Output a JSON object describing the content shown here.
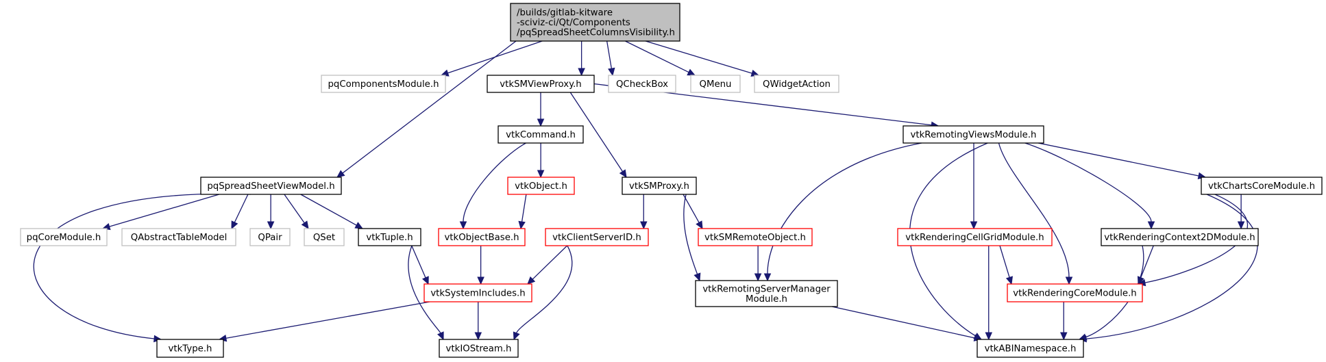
{
  "colors": {
    "edge": "#191970",
    "root_fill": "#bfbfbf",
    "root_border": "#000000",
    "normal_border": "#000000",
    "missing_border": "#bfbfbf",
    "missing_text": "#7f7f7f",
    "truncated_border": "#ff0000",
    "node_fill": "#ffffff"
  },
  "nodes": [
    {
      "id": "root",
      "lines": [
        "/builds/gitlab-kitware",
        "-sciviz-ci/Qt/Components",
        "/pqSpreadSheetColumnsVisibility.h"
      ],
      "style": "root"
    },
    {
      "id": "pqComponentsModule",
      "lines": [
        "pqComponentsModule.h"
      ],
      "style": "missing"
    },
    {
      "id": "vtkSMViewProxy",
      "lines": [
        "vtkSMViewProxy.h"
      ],
      "style": "normal"
    },
    {
      "id": "QCheckBox",
      "lines": [
        "QCheckBox"
      ],
      "style": "missing"
    },
    {
      "id": "QMenu",
      "lines": [
        "QMenu"
      ],
      "style": "missing"
    },
    {
      "id": "QWidgetAction",
      "lines": [
        "QWidgetAction"
      ],
      "style": "missing"
    },
    {
      "id": "vtkCommand",
      "lines": [
        "vtkCommand.h"
      ],
      "style": "normal"
    },
    {
      "id": "vtkRemotingViewsModule",
      "lines": [
        "vtkRemotingViewsModule.h"
      ],
      "style": "normal"
    },
    {
      "id": "pqSpreadSheetViewModel",
      "lines": [
        "pqSpreadSheetViewModel.h"
      ],
      "style": "normal"
    },
    {
      "id": "vtkObject",
      "lines": [
        "vtkObject.h"
      ],
      "style": "truncated"
    },
    {
      "id": "vtkSMProxy",
      "lines": [
        "vtkSMProxy.h"
      ],
      "style": "normal"
    },
    {
      "id": "vtkChartsCoreModule",
      "lines": [
        "vtkChartsCoreModule.h"
      ],
      "style": "normal"
    },
    {
      "id": "pqCoreModule",
      "lines": [
        "pqCoreModule.h"
      ],
      "style": "missing"
    },
    {
      "id": "QAbstractTableModel",
      "lines": [
        "QAbstractTableModel"
      ],
      "style": "missing"
    },
    {
      "id": "QPair",
      "lines": [
        "QPair"
      ],
      "style": "missing"
    },
    {
      "id": "QSet",
      "lines": [
        "QSet"
      ],
      "style": "missing"
    },
    {
      "id": "vtkTuple",
      "lines": [
        "vtkTuple.h"
      ],
      "style": "normal"
    },
    {
      "id": "vtkObjectBase",
      "lines": [
        "vtkObjectBase.h"
      ],
      "style": "truncated"
    },
    {
      "id": "vtkClientServerID",
      "lines": [
        "vtkClientServerID.h"
      ],
      "style": "truncated"
    },
    {
      "id": "vtkSMRemoteObject",
      "lines": [
        "vtkSMRemoteObject.h"
      ],
      "style": "truncated"
    },
    {
      "id": "vtkRenderingCellGridModule",
      "lines": [
        "vtkRenderingCellGridModule.h"
      ],
      "style": "truncated"
    },
    {
      "id": "vtkRenderingContext2DModule",
      "lines": [
        "vtkRenderingContext2DModule.h"
      ],
      "style": "normal"
    },
    {
      "id": "vtkSystemIncludes",
      "lines": [
        "vtkSystemIncludes.h"
      ],
      "style": "truncated"
    },
    {
      "id": "vtkRemotingServerManagerModule",
      "lines": [
        "vtkRemotingServerManager",
        "Module.h"
      ],
      "style": "normal"
    },
    {
      "id": "vtkRenderingCoreModule",
      "lines": [
        "vtkRenderingCoreModule.h"
      ],
      "style": "truncated"
    },
    {
      "id": "vtkType",
      "lines": [
        "vtkType.h"
      ],
      "style": "normal"
    },
    {
      "id": "vtkIOStream",
      "lines": [
        "vtkIOStream.h"
      ],
      "style": "normal"
    },
    {
      "id": "vtkABINamespace",
      "lines": [
        "vtkABINamespace.h"
      ],
      "style": "normal"
    }
  ],
  "edges": [
    [
      "root",
      "pqComponentsModule"
    ],
    [
      "root",
      "vtkSMViewProxy"
    ],
    [
      "root",
      "QCheckBox"
    ],
    [
      "root",
      "QMenu"
    ],
    [
      "root",
      "QWidgetAction"
    ],
    [
      "root",
      "pqSpreadSheetViewModel"
    ],
    [
      "vtkSMViewProxy",
      "vtkCommand"
    ],
    [
      "vtkSMViewProxy",
      "vtkSMProxy"
    ],
    [
      "vtkSMViewProxy",
      "vtkRemotingViewsModule"
    ],
    [
      "vtkCommand",
      "vtkObject"
    ],
    [
      "vtkCommand",
      "vtkObjectBase"
    ],
    [
      "vtkObject",
      "vtkObjectBase"
    ],
    [
      "vtkObjectBase",
      "vtkSystemIncludes"
    ],
    [
      "vtkSMProxy",
      "vtkClientServerID"
    ],
    [
      "vtkSMProxy",
      "vtkSMRemoteObject"
    ],
    [
      "vtkSMProxy",
      "vtkRemotingServerManagerModule"
    ],
    [
      "vtkSMRemoteObject",
      "vtkRemotingServerManagerModule"
    ],
    [
      "vtkClientServerID",
      "vtkSystemIncludes"
    ],
    [
      "vtkClientServerID",
      "vtkIOStream"
    ],
    [
      "pqSpreadSheetViewModel",
      "pqCoreModule"
    ],
    [
      "pqSpreadSheetViewModel",
      "QAbstractTableModel"
    ],
    [
      "pqSpreadSheetViewModel",
      "QPair"
    ],
    [
      "pqSpreadSheetViewModel",
      "QSet"
    ],
    [
      "pqSpreadSheetViewModel",
      "vtkTuple"
    ],
    [
      "pqSpreadSheetViewModel",
      "vtkType"
    ],
    [
      "vtkTuple",
      "vtkSystemIncludes"
    ],
    [
      "vtkTuple",
      "vtkIOStream"
    ],
    [
      "vtkSystemIncludes",
      "vtkType"
    ],
    [
      "vtkSystemIncludes",
      "vtkIOStream"
    ],
    [
      "vtkRemotingViewsModule",
      "vtkRemotingServerManagerModule"
    ],
    [
      "vtkRemotingViewsModule",
      "vtkABINamespace"
    ],
    [
      "vtkRemotingViewsModule",
      "vtkRenderingCellGridModule"
    ],
    [
      "vtkRemotingViewsModule",
      "vtkRenderingCoreModule"
    ],
    [
      "vtkRemotingViewsModule",
      "vtkRenderingContext2DModule"
    ],
    [
      "vtkRemotingViewsModule",
      "vtkChartsCoreModule"
    ],
    [
      "vtkChartsCoreModule",
      "vtkRenderingContext2DModule"
    ],
    [
      "vtkChartsCoreModule",
      "vtkRenderingCoreModule"
    ],
    [
      "vtkChartsCoreModule",
      "vtkABINamespace"
    ],
    [
      "vtkRenderingCellGridModule",
      "vtkRenderingCoreModule"
    ],
    [
      "vtkRenderingCellGridModule",
      "vtkABINamespace"
    ],
    [
      "vtkRenderingContext2DModule",
      "vtkRenderingCoreModule"
    ],
    [
      "vtkRenderingContext2DModule",
      "vtkABINamespace"
    ],
    [
      "vtkRenderingCoreModule",
      "vtkABINamespace"
    ],
    [
      "vtkRemotingServerManagerModule",
      "vtkABINamespace"
    ]
  ]
}
